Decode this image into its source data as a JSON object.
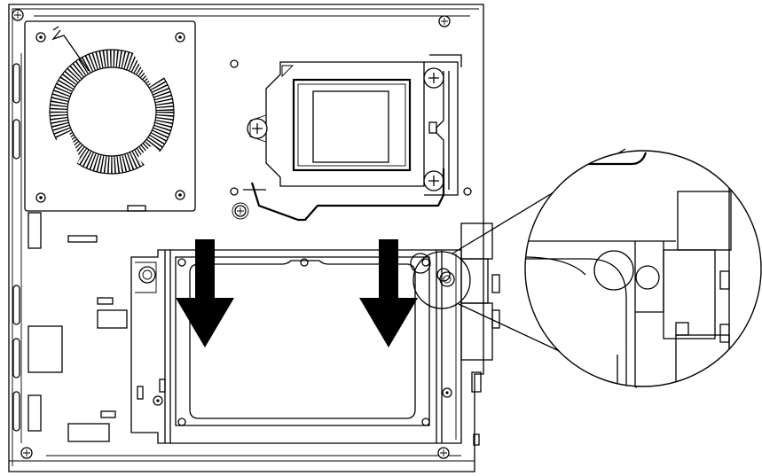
{
  "illustration": {
    "subject": "hard-disk-drive-bracket-installation",
    "stroke_color": "#000000",
    "background_color": "#ffffff",
    "arrow_color": "#000000",
    "arrow_direction": "down",
    "arrow_count": 2,
    "detail_view": "magnified-callout-circle"
  }
}
